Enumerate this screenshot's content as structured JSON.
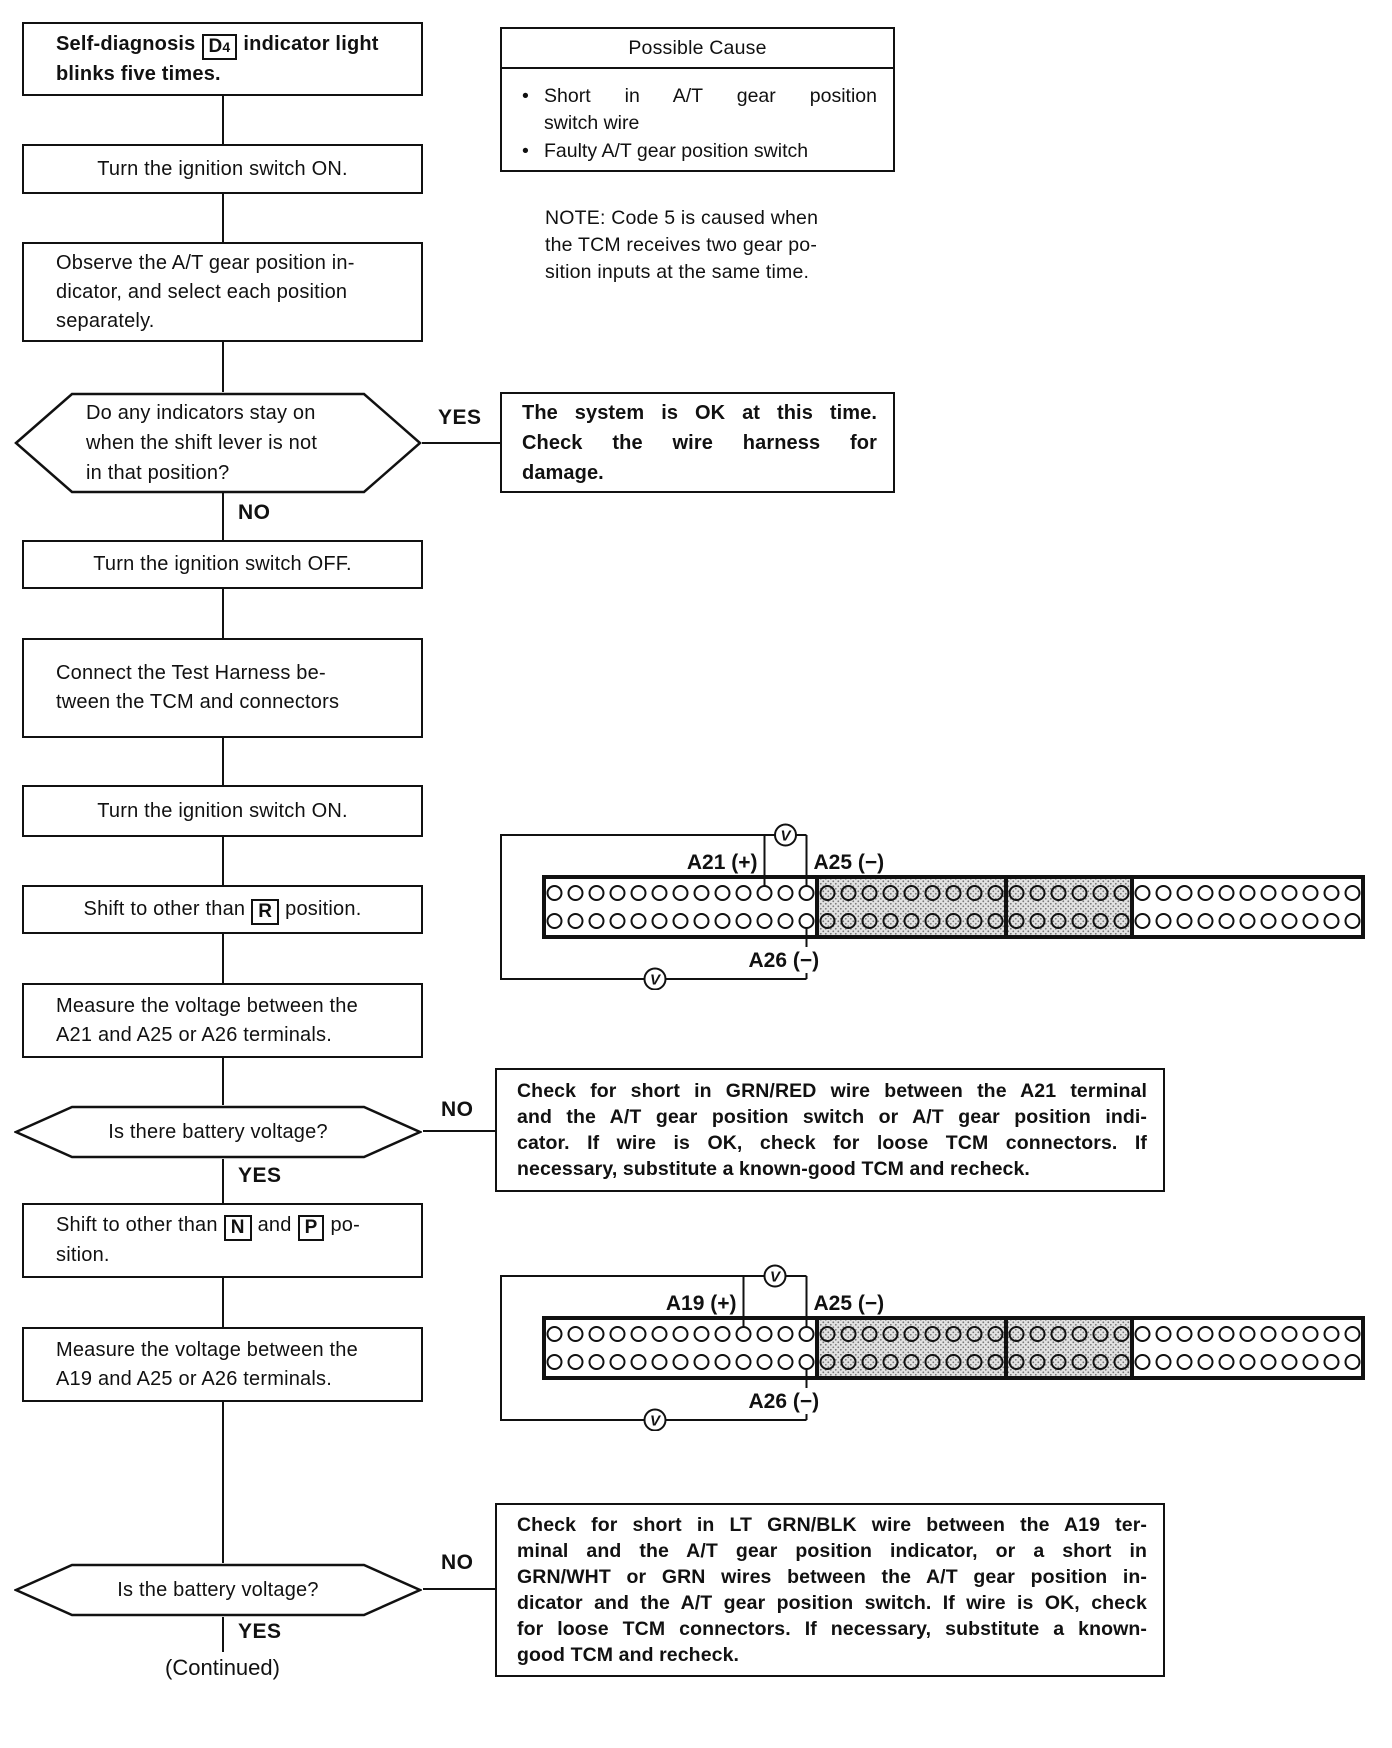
{
  "title_box": {
    "pre": "Self-diagnosis",
    "key": "D",
    "key_sub": "4",
    "post": "indicator light",
    "line2": "blinks five times."
  },
  "steps": {
    "ignition_on_1": "Turn the ignition switch ON.",
    "observe": [
      "Observe the A/T gear position in-",
      "dicator, and select each position",
      "separately."
    ],
    "ignition_off": "Turn the ignition switch OFF.",
    "connect_harness": [
      "Connect the Test Harness be-",
      "tween the TCM and connectors"
    ],
    "ignition_on_2": "Turn the ignition switch ON.",
    "shift_r": {
      "pre": "Shift to other than",
      "key": "R",
      "post": "position."
    },
    "measure_a21": [
      "Measure the voltage between the",
      "A21 and A25 or A26 terminals."
    ],
    "shift_np": {
      "pre": "Shift to other than",
      "key1": "N",
      "mid": "and",
      "key2": "P",
      "tail": "po-",
      "line2": "sition."
    },
    "measure_a19": [
      "Measure the voltage between the",
      "A19 and A25 or A26 terminals."
    ]
  },
  "decisions": {
    "indicators": [
      "Do any indicators stay on",
      "when the shift lever is not",
      "in that position?"
    ],
    "battery1": "Is there battery voltage?",
    "battery2": "Is the battery voltage?"
  },
  "branch_labels": {
    "yes": "YES",
    "no": "NO"
  },
  "results": {
    "system_ok": [
      "The system is OK at this time.",
      "Check the wire harness for",
      "damage."
    ],
    "short_grn_red": [
      "Check for short in GRN/RED wire between the A21 terminal",
      "and the A/T gear position switch or A/T gear position indi-",
      "cator. If wire is OK, check for loose TCM connectors. If",
      "necessary, substitute a known-good TCM and recheck."
    ],
    "short_lt_grn_blk": [
      "Check for short in LT GRN/BLK wire between the A19 ter-",
      "minal and the A/T gear position indicator, or a short in",
      "GRN/WHT or GRN wires between the A/T gear position in-",
      "dicator and the A/T gear position switch. If wire is OK, check",
      "for loose TCM connectors. If necessary, substitute a known-",
      "good TCM and recheck."
    ]
  },
  "possible_cause": {
    "title": "Possible Cause",
    "bullet": "•",
    "items": [
      [
        "Short in A/T gear position",
        "switch wire"
      ],
      [
        "Faulty A/T gear position switch"
      ]
    ]
  },
  "note": [
    "NOTE: Code 5 is caused when",
    "the TCM receives two gear po-",
    "sition inputs at the same time."
  ],
  "continued": "(Continued)",
  "connectors": [
    {
      "meter": "V",
      "plus_label": "A21 (+)",
      "minus_label": "A25 (−)",
      "bottom_label": "A26 (−)",
      "plus_pin": 11,
      "minus_pin": 13,
      "bottom_pin": 13,
      "rows": 2,
      "sections": [
        {
          "pins": 13,
          "shaded": false
        },
        {
          "pins": 9,
          "shaded": true
        },
        {
          "pins": 6,
          "shaded": true
        },
        {
          "pins": 11,
          "shaded": false
        }
      ]
    },
    {
      "meter": "V",
      "plus_label": "A19 (+)",
      "minus_label": "A25 (−)",
      "bottom_label": "A26 (−)",
      "plus_pin": 10,
      "minus_pin": 13,
      "bottom_pin": 13,
      "rows": 2,
      "sections": [
        {
          "pins": 13,
          "shaded": false
        },
        {
          "pins": 9,
          "shaded": true
        },
        {
          "pins": 6,
          "shaded": true
        },
        {
          "pins": 11,
          "shaded": false
        }
      ]
    }
  ],
  "colors": {
    "ink": "#111111",
    "paper": "#ffffff",
    "shade_base": "#e2e2e2",
    "shade_dot": "#787878"
  }
}
